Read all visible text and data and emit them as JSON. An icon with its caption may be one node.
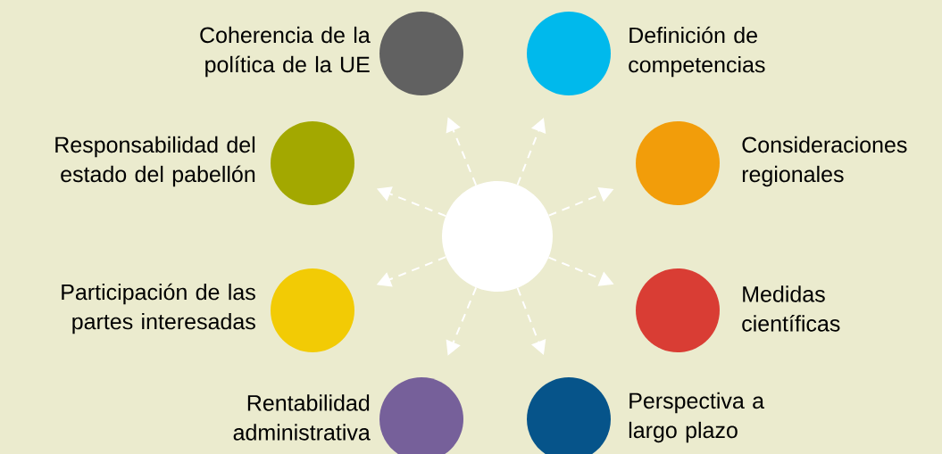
{
  "diagram": {
    "nodes": [
      {
        "text": [],
        "shape": "circle"
      },
      {
        "text": [
          "Coherencia de la política de la UE"
        ]
      },
      {
        "text": [
          "Definición de competencias"
        ]
      },
      {
        "text": [
          "Responsabilidad del estado del pabellón"
        ]
      },
      {
        "text": [
          "Consideraciones regionales"
        ]
      },
      {
        "text": [
          "Participación de las partes interesadas"
        ]
      },
      {
        "text": [
          "Medidas científicas"
        ]
      },
      {
        "text": [
          "Rentabilidad administrativa"
        ]
      },
      {
        "text": [
          "Perspectiva a largo plazo"
        ]
      }
    ],
    "edges": [
      {
        "from": 0,
        "to": 1,
        "arrow": "to",
        "style": "dashed"
      },
      {
        "from": 0,
        "to": 2,
        "arrow": "to",
        "style": "dashed"
      },
      {
        "from": 0,
        "to": 3,
        "arrow": "to",
        "style": "dashed"
      },
      {
        "from": 0,
        "to": 4,
        "arrow": "to",
        "style": "dashed"
      },
      {
        "from": 0,
        "to": 5,
        "arrow": "to",
        "style": "dashed"
      },
      {
        "from": 0,
        "to": 6,
        "arrow": "to",
        "style": "dashed"
      },
      {
        "from": 0,
        "to": 7,
        "arrow": "to",
        "style": "dashed"
      },
      {
        "from": 0,
        "to": 8,
        "arrow": "to",
        "style": "dashed"
      }
    ]
  }
}
